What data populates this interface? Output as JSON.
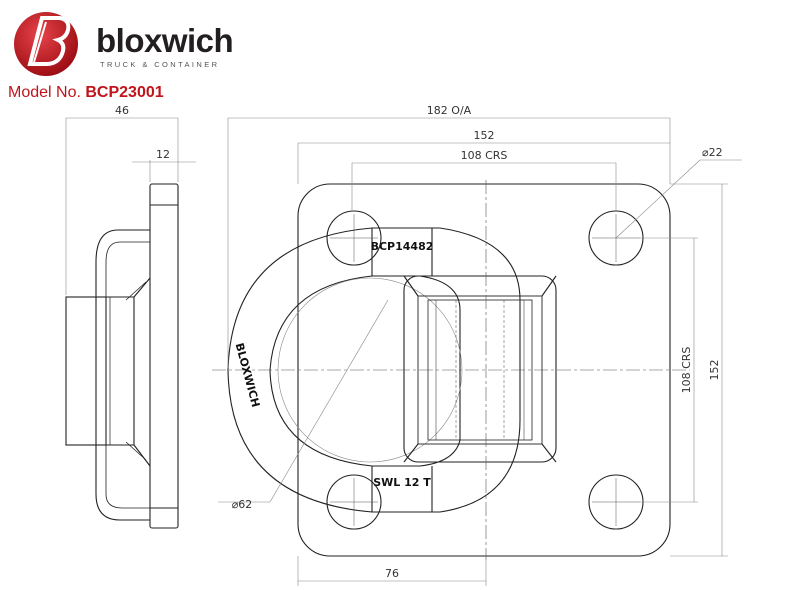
{
  "brand": {
    "name": "bloxwich",
    "tagline": "TRUCK & CONTAINER",
    "logo_color": "#c0141b"
  },
  "model": {
    "label": "Model No.",
    "number": "BCP23001",
    "color": "#c0141b"
  },
  "dimensions": {
    "side_width": "46",
    "side_plate": "12",
    "overall": "182 O/A",
    "plate_width": "152",
    "hole_crs_h": "108 CRS",
    "hole_dia": "⌀22",
    "hole_crs_v": "108 CRS",
    "plate_height": "152",
    "ring_dia": "⌀62",
    "ring_offset": "76"
  },
  "ring_text": {
    "part_code": "BCP14482",
    "brand_mark": "BLOXWICH",
    "swl": "SWL 12 T"
  }
}
